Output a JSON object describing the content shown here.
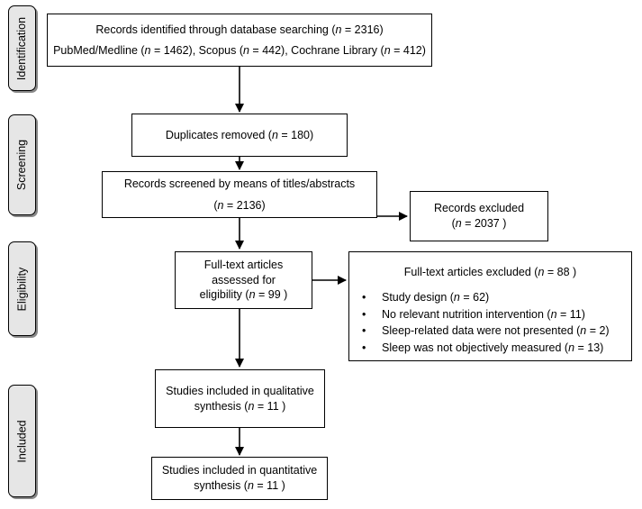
{
  "phases": {
    "identification": "Identification",
    "screening": "Screening",
    "eligibility": "Eligibility",
    "included": "Included"
  },
  "boxes": {
    "identified": {
      "line1_prefix": "Records identified through database searching (",
      "line1_n": "n",
      "line1_suffix": " = 2316)",
      "line2_a": "PubMed/Medline (",
      "line2_b": " = 1462), Scopus (",
      "line2_c": " = 442), Cochrane Library (",
      "line2_d": " = 412)",
      "n_symbol": "n"
    },
    "duplicates": {
      "prefix": "Duplicates removed (",
      "n_symbol": "n",
      "suffix": " = 180)"
    },
    "screened": {
      "line1": "Records screened by means of titles/abstracts",
      "line2_prefix": "(",
      "n_symbol": "n",
      "line2_suffix": " = 2136)"
    },
    "excluded_records": {
      "line1": "Records excluded",
      "line2_prefix": "(",
      "n_symbol": "n",
      "line2_suffix": " = 2037 )"
    },
    "fulltext": {
      "line1": "Full-text articles",
      "line2": "assessed for",
      "line3_prefix": "eligibility (",
      "n_symbol": "n",
      "line3_suffix": " = 99 )"
    },
    "fulltext_excluded": {
      "title_prefix": "Full-text articles excluded (",
      "n_symbol": "n",
      "title_suffix": " = 88 )",
      "items": [
        {
          "prefix": "Study design (",
          "suffix": " = 62)"
        },
        {
          "prefix": "No relevant nutrition intervention (",
          "suffix": " = 11)"
        },
        {
          "prefix": "Sleep-related data were not presented (",
          "suffix": " = 2)"
        },
        {
          "prefix": "Sleep was not objectively measured (",
          "suffix": " = 13)"
        }
      ]
    },
    "qualitative": {
      "line1": "Studies included in qualitative",
      "line2_prefix": "synthesis (",
      "n_symbol": "n",
      "line2_suffix": " = 11 )"
    },
    "quantitative": {
      "line1": "Studies included in quantitative",
      "line2_prefix": "synthesis (",
      "n_symbol": "n",
      "line2_suffix": " = 11 )"
    }
  },
  "colors": {
    "phase_fill": "#e6e6e6",
    "border": "#000000"
  }
}
